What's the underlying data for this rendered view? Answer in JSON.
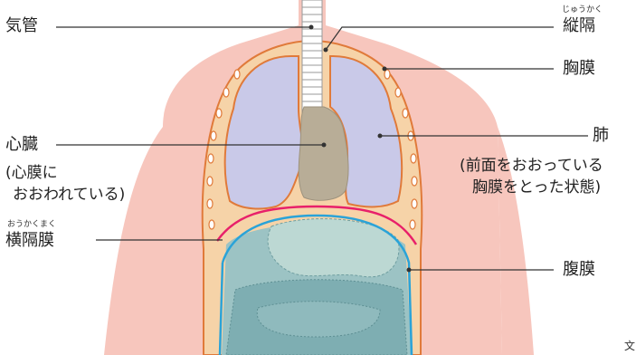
{
  "labels": {
    "trachea": "気管",
    "mediastinum_ruby": "じゅうかく",
    "mediastinum": "縦隔",
    "pleura": "胸膜",
    "heart": "心臓",
    "heart_note_1": "(心膜に",
    "heart_note_2": "おおわれている)",
    "lung": "肺",
    "lung_note_1": "(前面をおおっている",
    "lung_note_2": "胸膜をとった状態)",
    "diaphragm_ruby": "おうかくまく",
    "diaphragm": "横隔膜",
    "peritoneum": "腹膜",
    "corner_mark": "文"
  },
  "colors": {
    "skin": "#f7c6bd",
    "skin_edge": "#f0b1a5",
    "ribcage_fill": "#f6d3a8",
    "ribcage_line": "#e07a3a",
    "lung": "#c9c9e8",
    "lung_edge": "#e07a3a",
    "heart": "#b8ad97",
    "trachea": "#ffffff",
    "pleura_line": "#e8206a",
    "peritoneum_line": "#2aa3d8",
    "abdomen": "#9cc3c4",
    "organs": "#7eaeb2",
    "leader": "#333333"
  }
}
